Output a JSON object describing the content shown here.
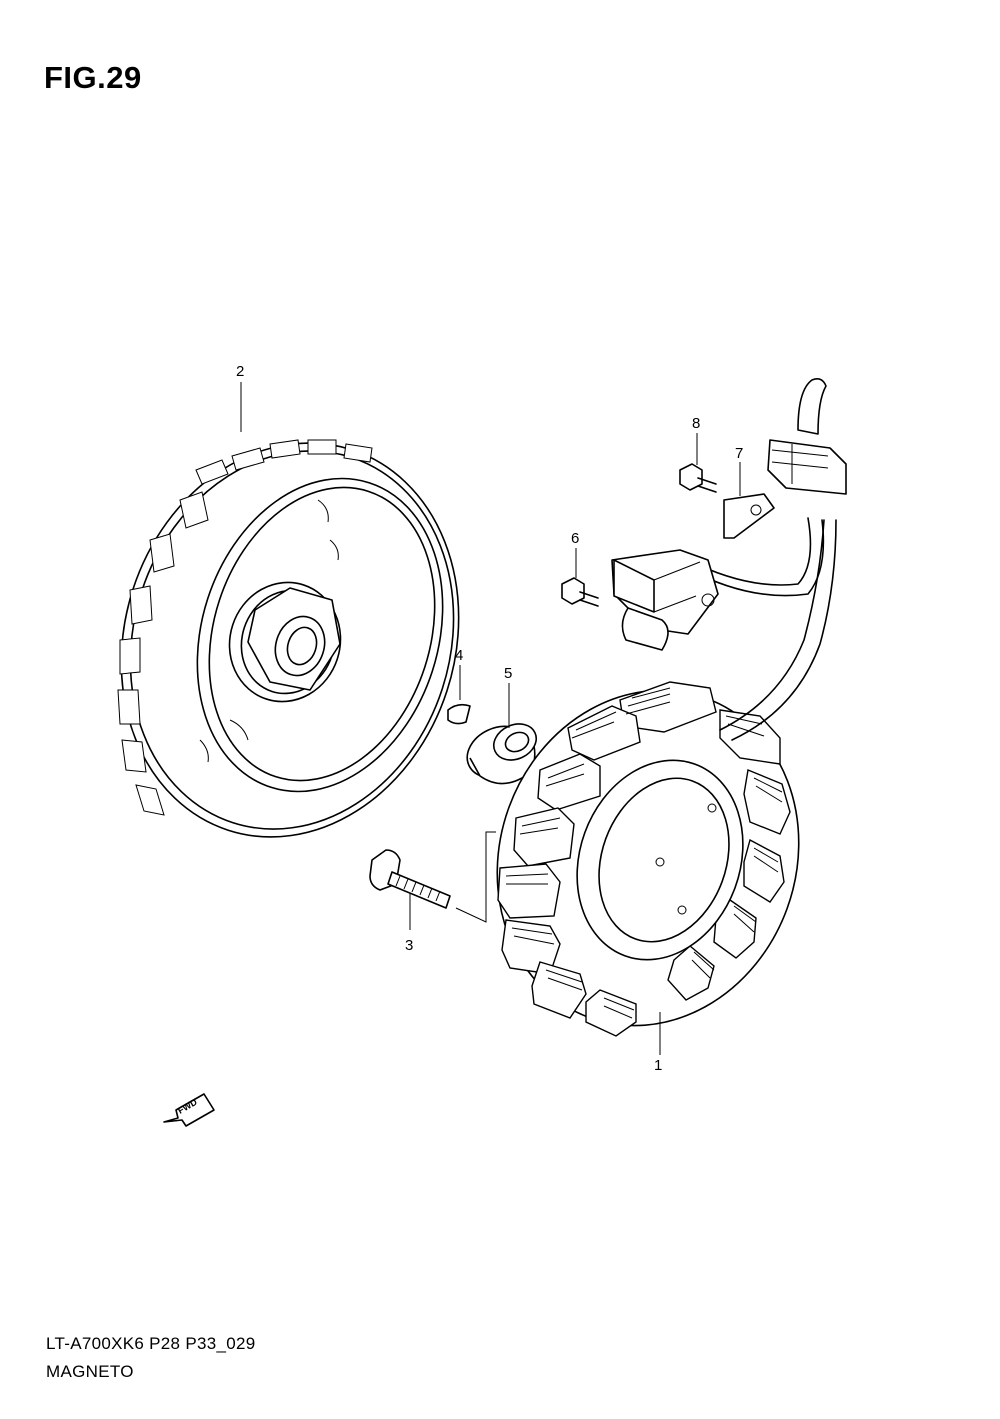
{
  "figure": {
    "title": "FIG.29",
    "drawing_code": "LT-A700XK6 P28 P33_029",
    "section_name": "MAGNETO"
  },
  "callouts": [
    {
      "id": "1",
      "label": "1"
    },
    {
      "id": "2",
      "label": "2"
    },
    {
      "id": "3",
      "label": "3"
    },
    {
      "id": "4",
      "label": "4"
    },
    {
      "id": "5",
      "label": "5"
    },
    {
      "id": "6",
      "label": "6"
    },
    {
      "id": "7",
      "label": "7"
    },
    {
      "id": "8",
      "label": "8"
    }
  ],
  "direction_arrow": {
    "label": "FWD",
    "icon": "fwd-arrow-icon"
  }
}
